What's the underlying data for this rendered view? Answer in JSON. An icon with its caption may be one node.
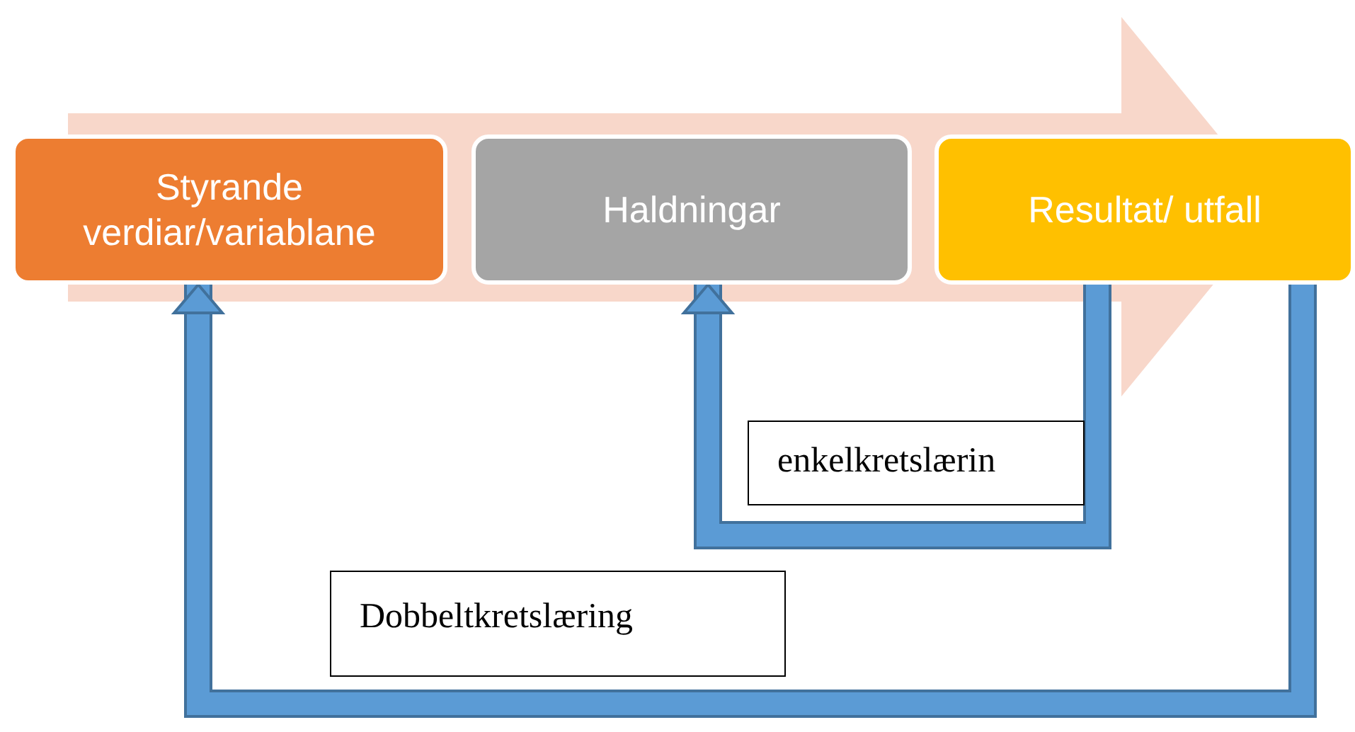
{
  "diagram": {
    "nodes": [
      {
        "text": [
          "Styrande verdiar/variablane"
        ]
      },
      {
        "text": [
          "Haldningar"
        ]
      },
      {
        "text": [
          "Resultat/ utfall"
        ]
      }
    ],
    "edges": [
      {
        "from": 2,
        "to": 1,
        "arrow": "to",
        "label": "enkelkretslærin"
      },
      {
        "from": 2,
        "to": 0,
        "arrow": "to",
        "label": "Dobbeltkretslæring"
      }
    ]
  }
}
